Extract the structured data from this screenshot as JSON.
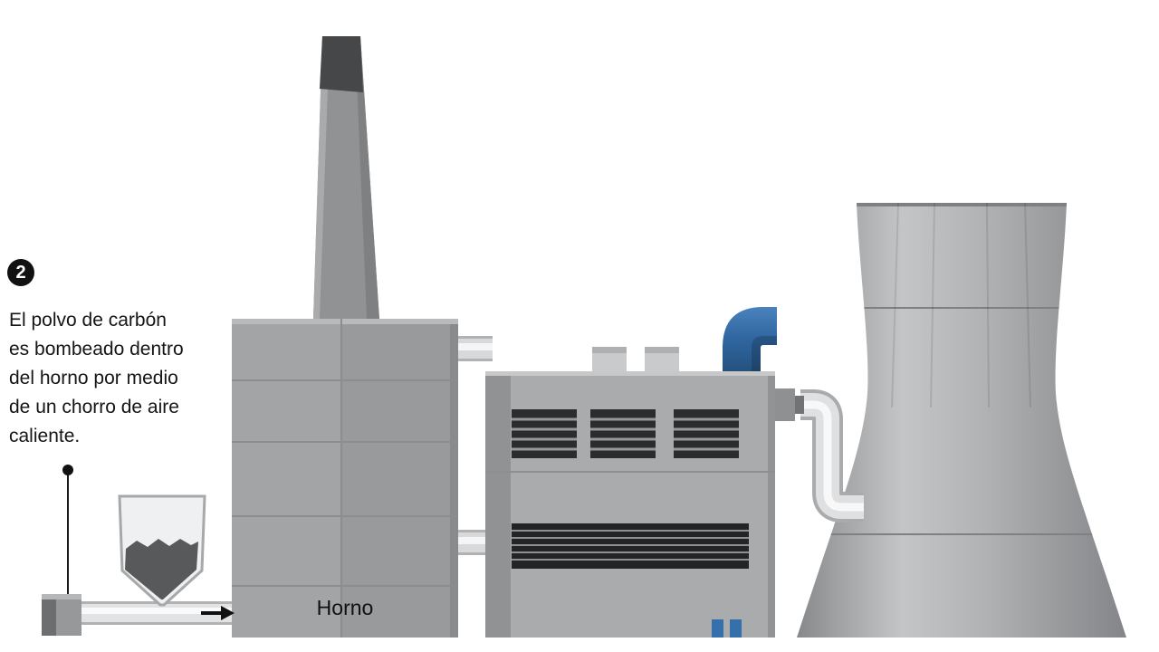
{
  "callout": {
    "step_number": "2",
    "lines": [
      "El polvo de carbón",
      "es bombeado dentro",
      "del horno por medio",
      "de un chorro de aire",
      "caliente."
    ]
  },
  "labels": {
    "furnace": "Horno"
  },
  "colors": {
    "blue_pipe": "#3570ad",
    "building_gray": "#a2a4a6",
    "dark_grille": "#2b2c2d",
    "chimney_cap": "#454749",
    "coal": "#57595b",
    "background": "#ffffff"
  }
}
